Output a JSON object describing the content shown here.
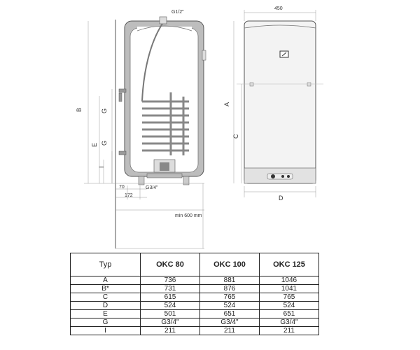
{
  "drawing": {
    "labels": {
      "g12": "G1/2\"",
      "g34": "G3/4\"",
      "w450": "450",
      "d70": "70",
      "d172": "172",
      "min_dist": "min 600 mm",
      "A": "A",
      "B": "B",
      "C": "C",
      "D": "D",
      "E": "E",
      "G": "G",
      "I": "I"
    }
  },
  "table": {
    "columns": [
      "Typ",
      "OKC 80",
      "OKC 100",
      "OKC 125"
    ],
    "rows": [
      [
        "A",
        "736",
        "881",
        "1046"
      ],
      [
        "B*",
        "731",
        "876",
        "1041"
      ],
      [
        "C",
        "615",
        "765",
        "765"
      ],
      [
        "D",
        "524",
        "524",
        "524"
      ],
      [
        "E",
        "501",
        "651",
        "651"
      ],
      [
        "G",
        "G3/4\"",
        "G3/4\"",
        "G3/4\""
      ],
      [
        "I",
        "211",
        "211",
        "211"
      ]
    ]
  }
}
